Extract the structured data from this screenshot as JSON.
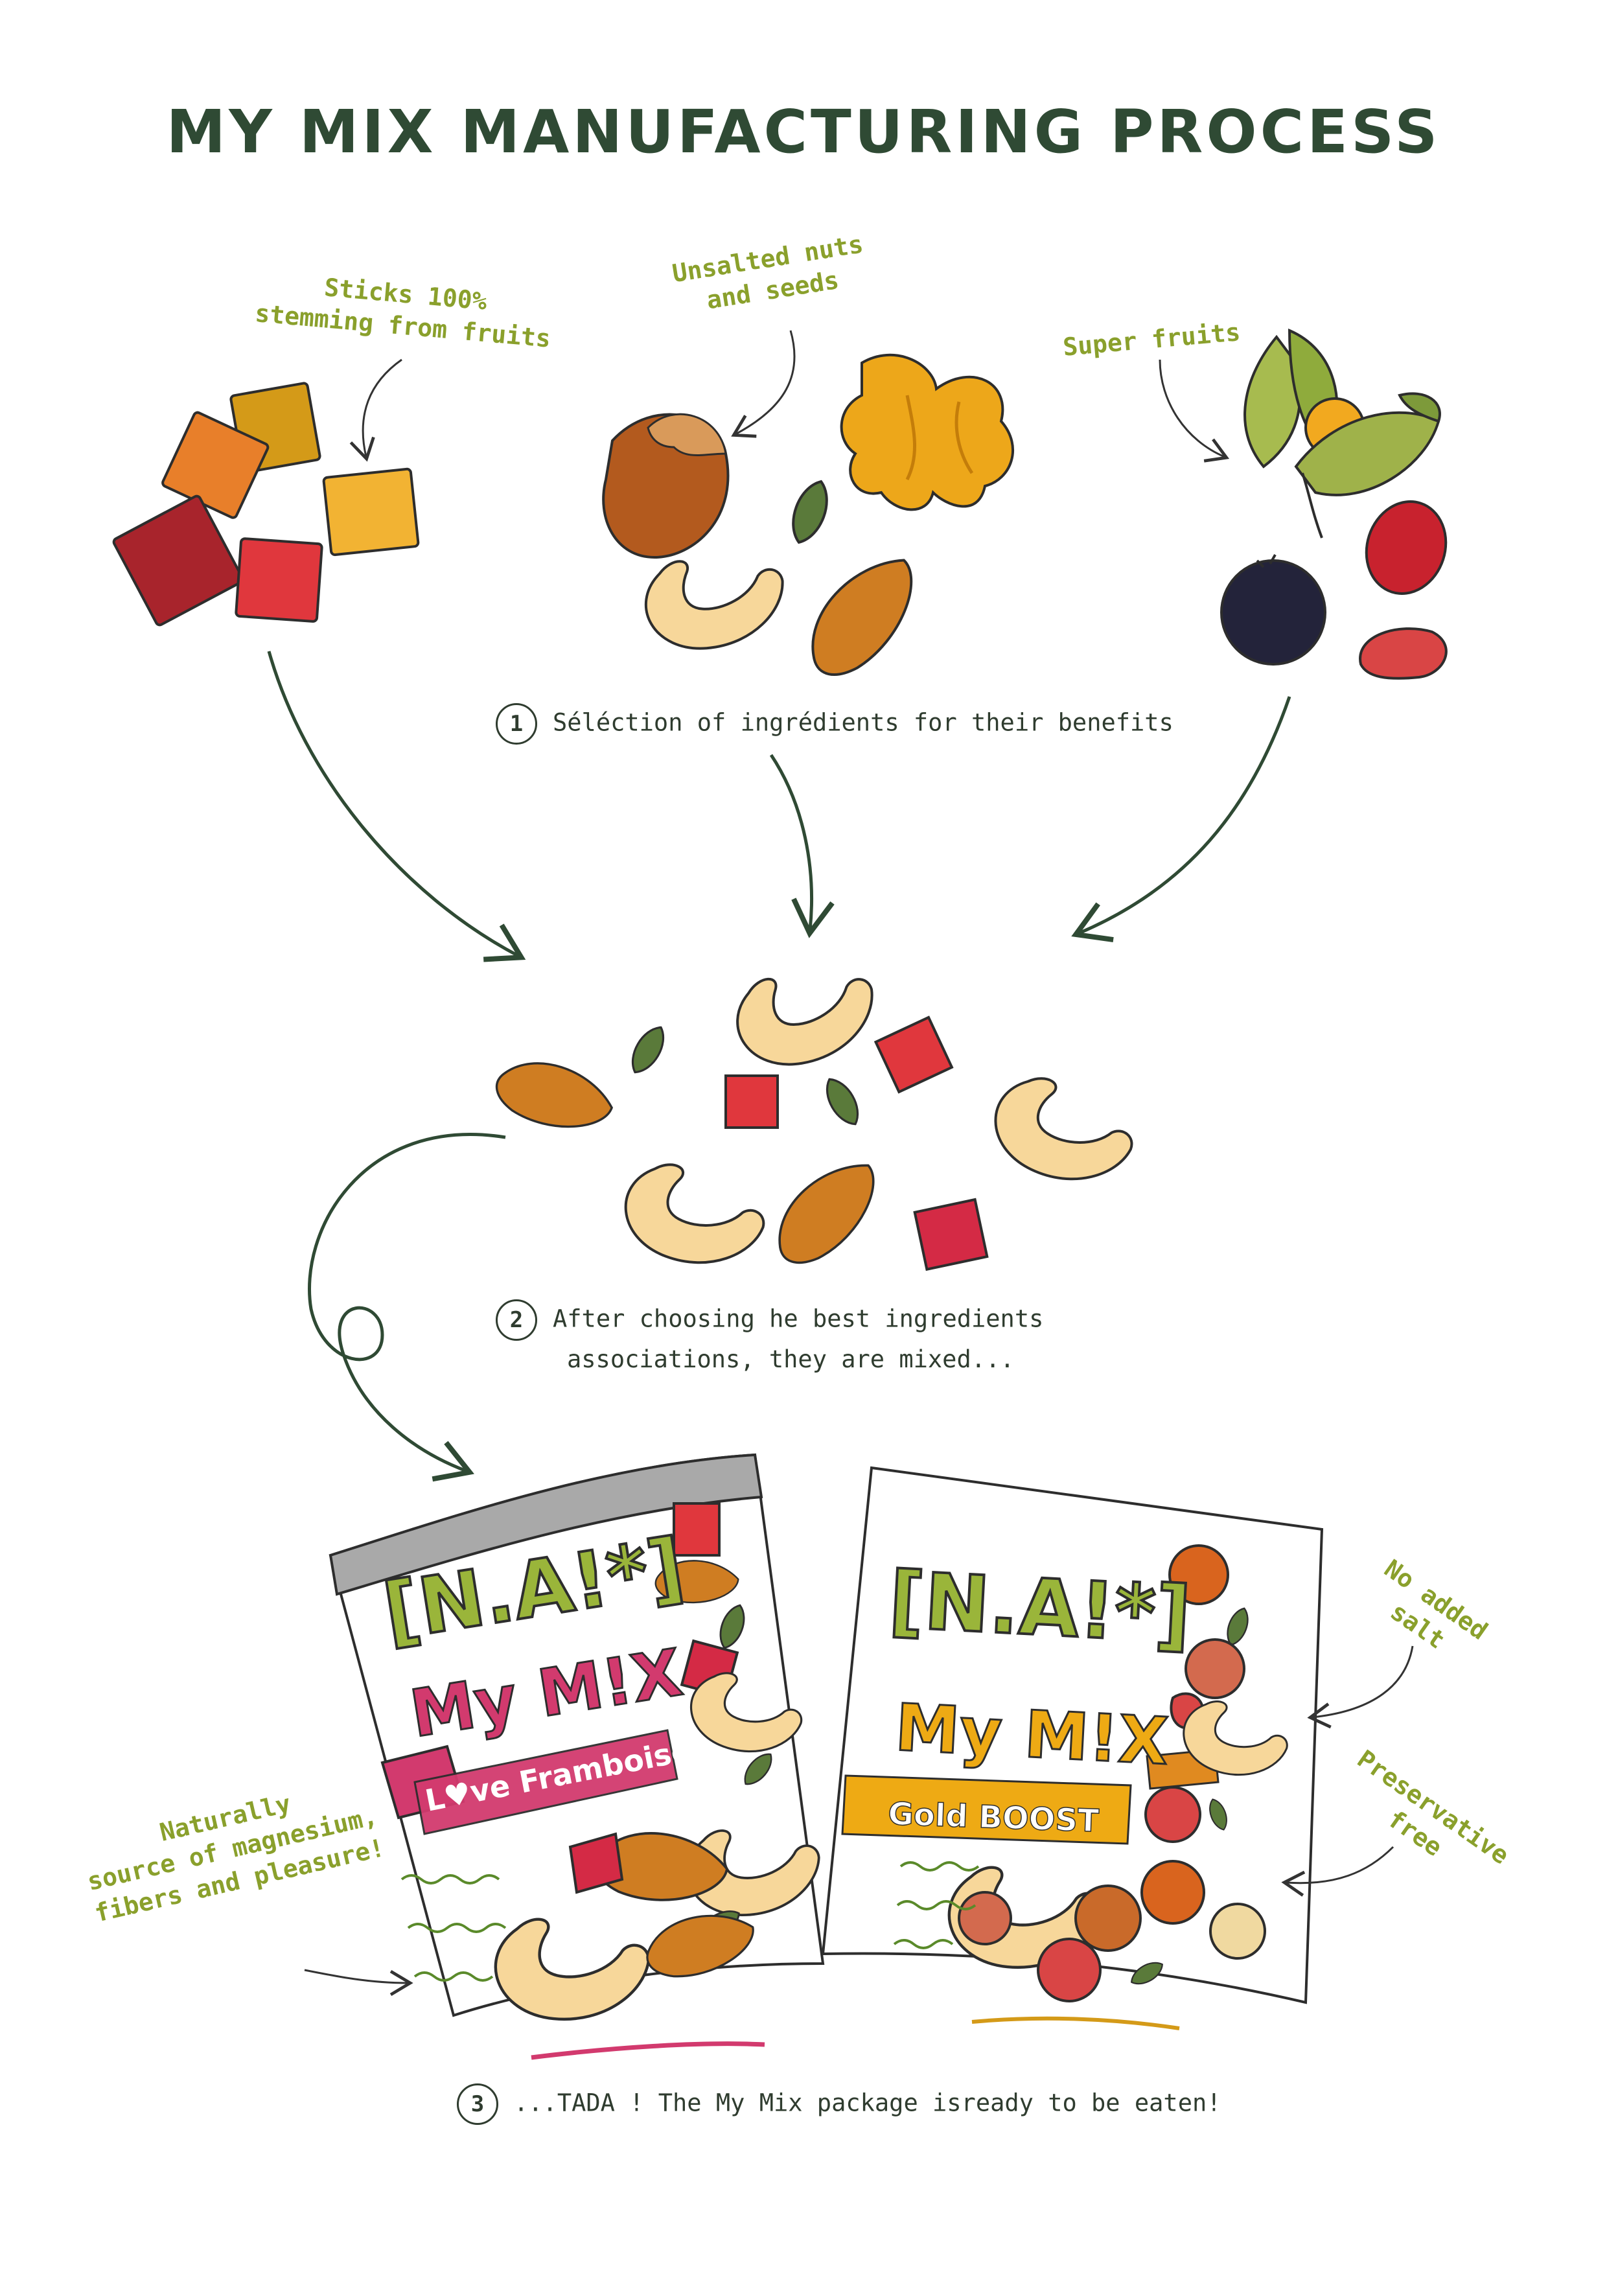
{
  "title": "MY MIX MANUFACTURING PROCESS",
  "annotations": {
    "sticks": [
      "Sticks 100%",
      "stemming from fruits"
    ],
    "nuts": [
      "Unsalted nuts",
      "and seeds"
    ],
    "super_fruits": [
      "Super fruits"
    ],
    "no_salt": [
      "No added",
      "salt"
    ],
    "preservative": [
      "Preservative",
      "free"
    ],
    "natural": [
      "Naturally",
      "source of magnesium,",
      "fibers and pleasure!"
    ]
  },
  "steps": [
    {
      "number": "1",
      "lines": [
        "Séléction of ingrédients for their benefits"
      ]
    },
    {
      "number": "2",
      "lines": [
        "After choosing he best ingredients",
        "associations, they are mixed..."
      ]
    },
    {
      "number": "3",
      "lines": [
        "...TADA ! The My Mix package isready to be eaten!"
      ]
    }
  ],
  "packages": [
    {
      "brand": "[N.A!*]",
      "name": "My M!X",
      "flavor": "L♥ve Framboise",
      "accent": "#d23a6e"
    },
    {
      "brand": "[N.A!*]",
      "name": "My M!X",
      "flavor": "Gold BOOST",
      "accent": "#eeaa14"
    }
  ],
  "colors": {
    "title": "#2f4a34",
    "annotation": "#8aa02c",
    "arrow": "#2f4a34",
    "step_text": "#2f3c2f"
  }
}
